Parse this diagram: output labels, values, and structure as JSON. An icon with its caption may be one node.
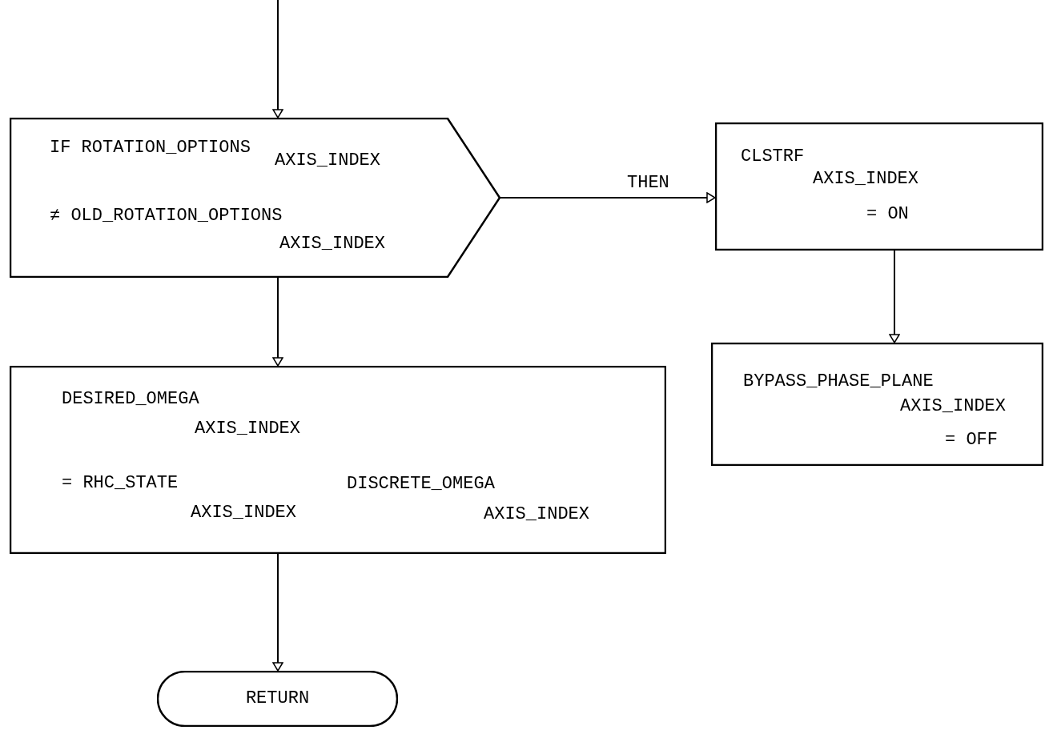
{
  "diagram": {
    "nodes": [
      {
        "text": [
          "IF ROTATION_OPTIONS",
          "AXIS_INDEX",
          "≠ OLD_ROTATION_OPTIONS",
          "AXIS_INDEX"
        ]
      },
      {
        "text": [
          "CLSTRF",
          "AXIS_INDEX",
          "= ON"
        ]
      },
      {
        "text": [
          "BYPASS_PHASE_PLANE",
          "AXIS_INDEX",
          "= OFF"
        ]
      },
      {
        "text": [
          "DESIRED_OMEGA",
          "AXIS_INDEX",
          "= RHC_STATE",
          "AXIS_INDEX",
          "DISCRETE_OMEGA",
          "AXIS_INDEX"
        ]
      },
      {
        "text": [
          "RETURN"
        ]
      }
    ],
    "edges": [
      {
        "from": null,
        "to": 0,
        "arrow": "to"
      },
      {
        "from": 0,
        "to": 1,
        "arrow": "to",
        "label": "THEN"
      },
      {
        "from": 1,
        "to": 2,
        "arrow": "to"
      },
      {
        "from": 0,
        "to": 3,
        "arrow": "to"
      },
      {
        "from": 3,
        "to": 4,
        "arrow": "to"
      }
    ]
  }
}
